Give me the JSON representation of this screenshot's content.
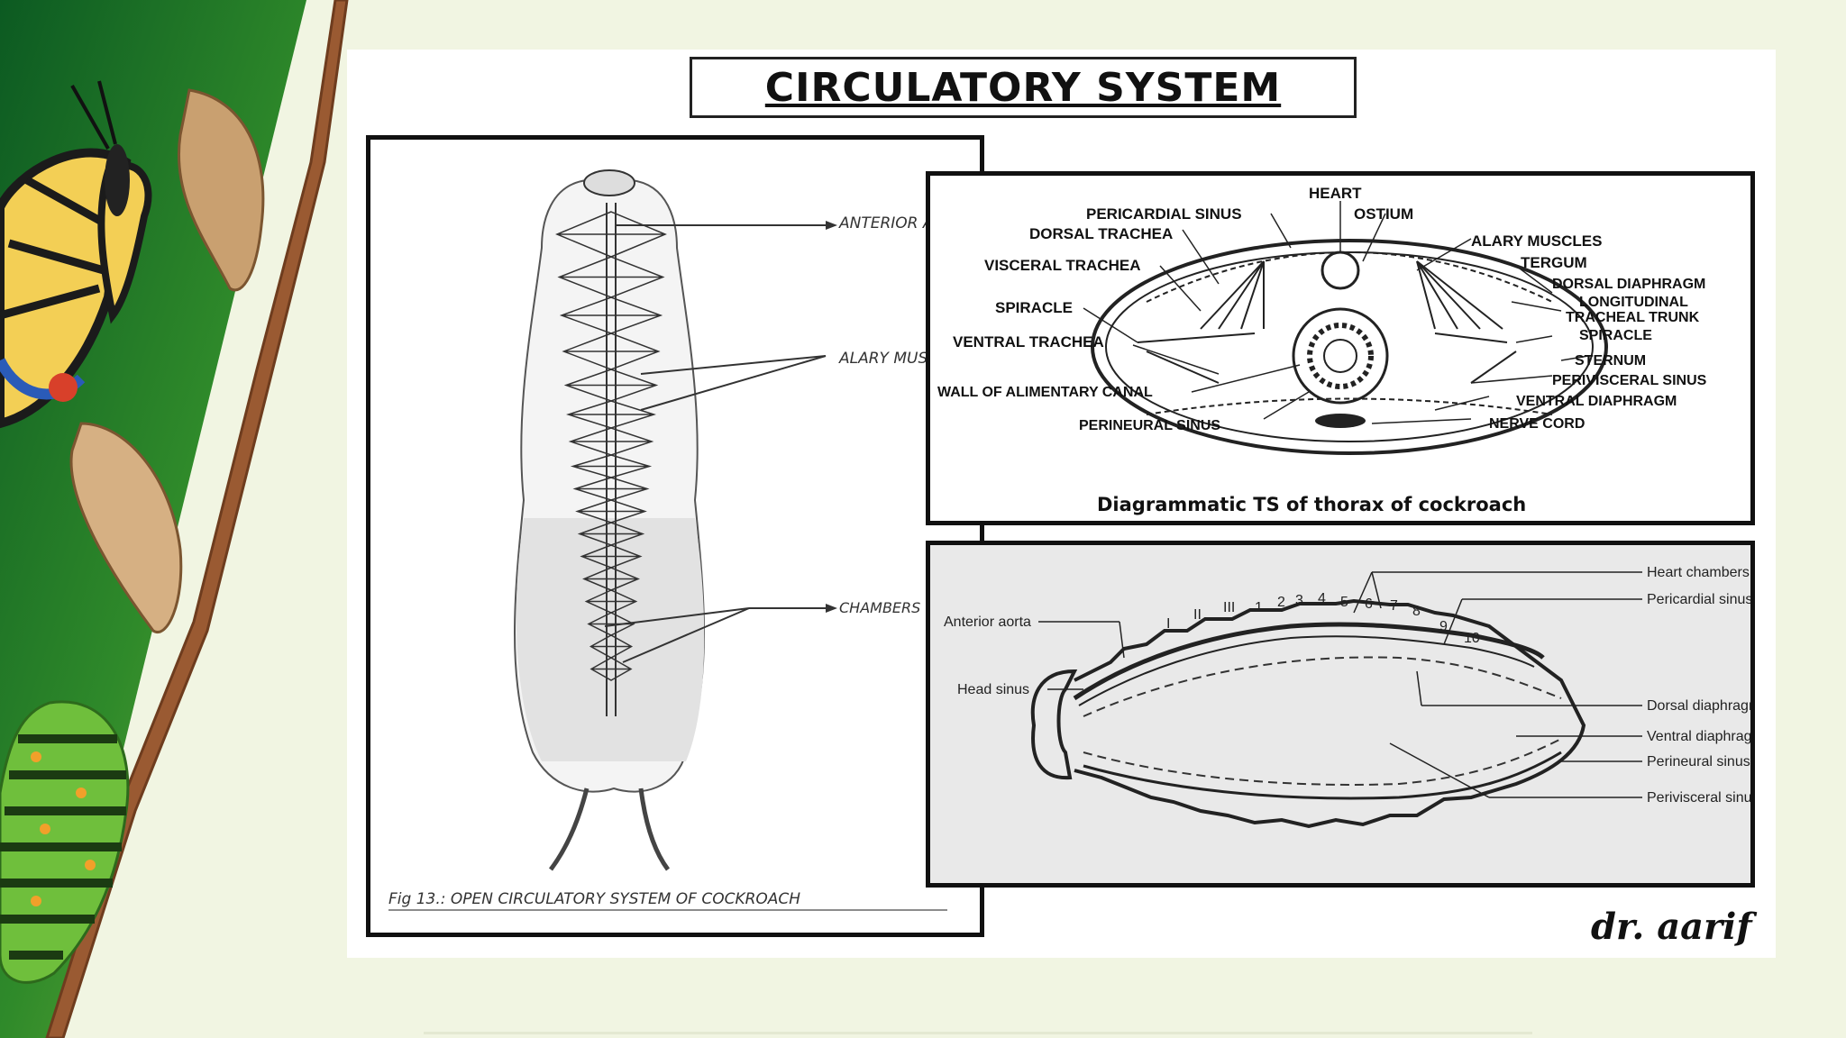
{
  "title": "CIRCULATORY SYSTEM",
  "signature": "dr. aarif",
  "fig_left": {
    "caption": "Fig 13.: OPEN CIRCULATORY SYSTEM OF COCKROACH",
    "labels": [
      "ANTERIOR AORTA",
      "ALARY MUSCLES",
      "CHAMBERS OF THE HEART."
    ]
  },
  "fig_top": {
    "caption": "Diagrammatic TS of thorax of cockroach",
    "labels": [
      "HEART",
      "PERICARDIAL SINUS",
      "OSTIUM",
      "DORSAL TRACHEA",
      "ALARY MUSCLES",
      "VISCERAL TRACHEA",
      "TERGUM",
      "DORSAL DIAPHRAGM",
      "LONGITUDINAL",
      "TRACHEAL TRUNK",
      "SPIRACLE",
      "SPIRACLE",
      "VENTRAL TRACHEA",
      "STERNUM",
      "PERIVISCERAL SINUS",
      "WALL OF ALIMENTARY CANAL",
      "VENTRAL DIAPHRAGM",
      "NERVE CORD",
      "PERINEURAL SINUS"
    ]
  },
  "fig_bottom": {
    "labels": [
      "Heart chambers",
      "Pericardial sinus",
      "Anterior aorta",
      "Head sinus",
      "Dorsal diaphragm",
      "Ventral diaphragm",
      "Perineural sinus",
      "Perivisceral sinus"
    ],
    "numbers": [
      "I",
      "II",
      "III",
      "1",
      "2",
      "3",
      "4",
      "5",
      "6",
      "7",
      "8",
      "9",
      "10"
    ]
  }
}
